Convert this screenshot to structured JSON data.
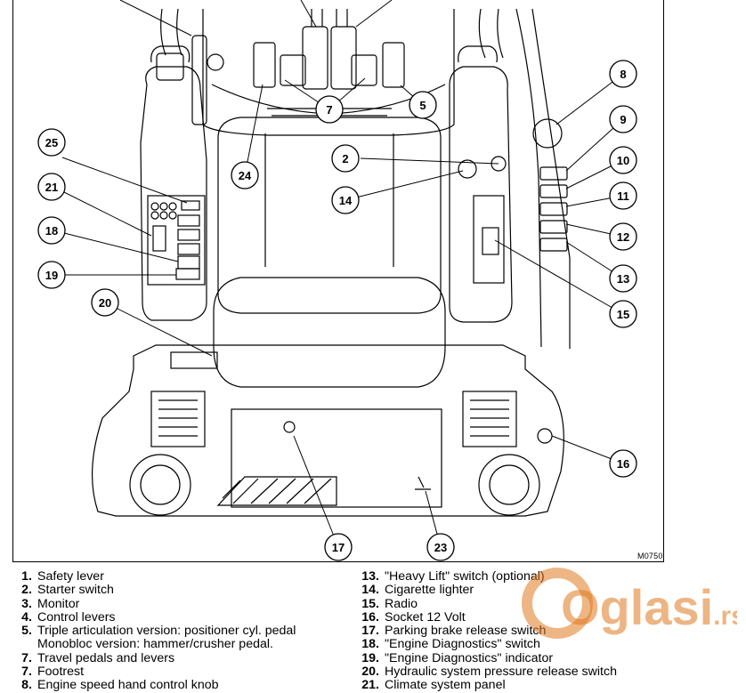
{
  "figure": {
    "code": "M0750",
    "callouts": [
      "8",
      "9",
      "10",
      "11",
      "12",
      "13",
      "14",
      "15",
      "16",
      "17",
      "2",
      "5",
      "7",
      "19",
      "18",
      "20",
      "21",
      "23",
      "24",
      "25"
    ]
  },
  "legend_left": [
    {
      "num": "1.",
      "text": "Safety lever"
    },
    {
      "num": "2.",
      "text": "Starter switch"
    },
    {
      "num": "3.",
      "text": "Monitor"
    },
    {
      "num": "4.",
      "text": "Control levers"
    },
    {
      "num": "5.",
      "text": "Triple articulation version: positioner cyl. pedal"
    },
    {
      "num": "",
      "text": "Monobloc version: hammer/crusher pedal."
    },
    {
      "num": "7.",
      "text": "Travel pedals and levers"
    },
    {
      "num": "7.",
      "text": "Footrest"
    },
    {
      "num": "8.",
      "text": "Engine speed hand control knob"
    }
  ],
  "legend_right": [
    {
      "num": "13.",
      "text": "\"Heavy Lift\" switch (optional)"
    },
    {
      "num": "14.",
      "text": "Cigarette lighter"
    },
    {
      "num": "15.",
      "text": "Radio"
    },
    {
      "num": "16.",
      "text": "Socket 12 Volt"
    },
    {
      "num": "17.",
      "text": "Parking brake release switch"
    },
    {
      "num": "18.",
      "text": "\"Engine Diagnostics\" switch"
    },
    {
      "num": "19.",
      "text": "\"Engine Diagnostics\" indicator"
    },
    {
      "num": "20.",
      "text": "Hydraulic system pressure release switch"
    },
    {
      "num": "21.",
      "text": "Climate system panel"
    }
  ],
  "watermark": {
    "text": "Oglasi",
    "suffix": ".rs",
    "color": "#e07a1f"
  }
}
